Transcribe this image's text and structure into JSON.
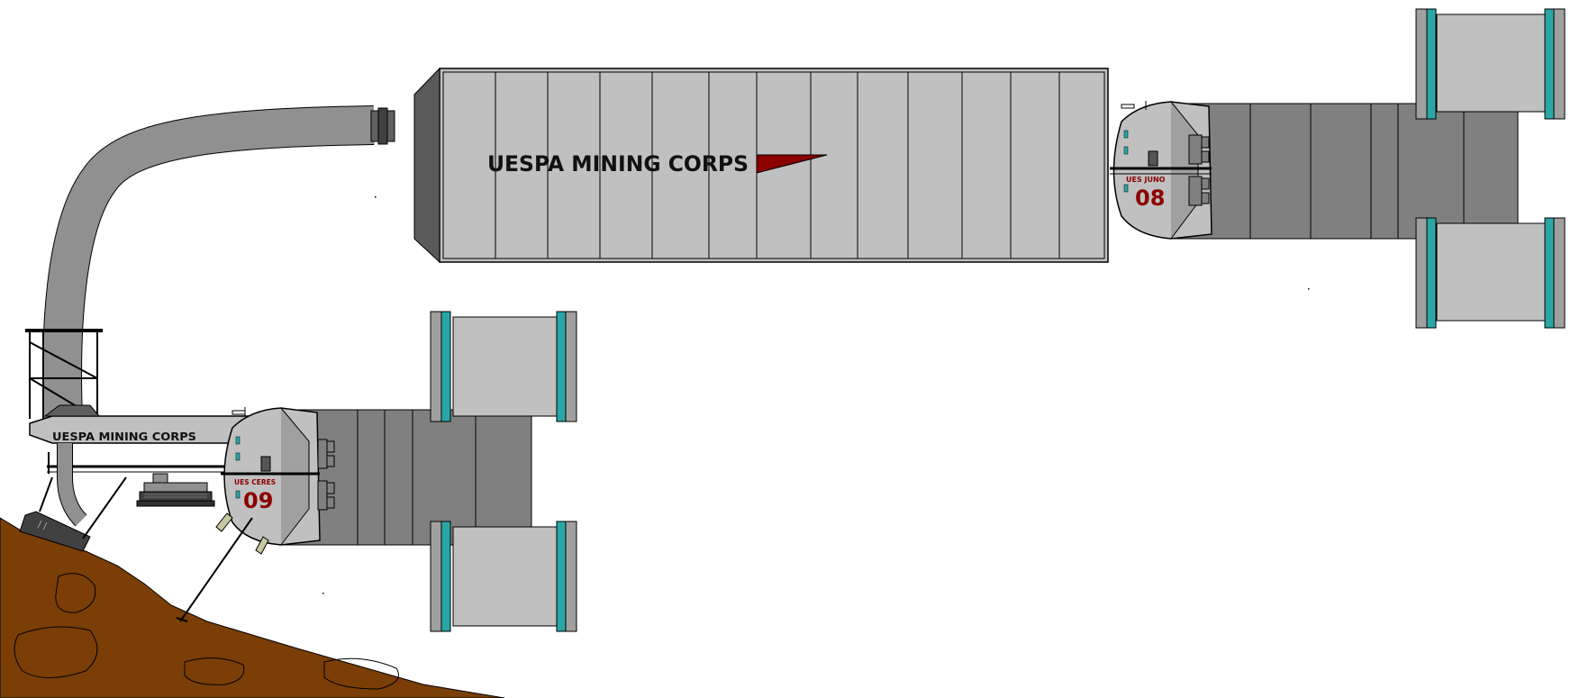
{
  "banner_large": "UESPA MINING CORPS",
  "banner_small": "UESPA MINING CORPS",
  "ship_upper": {
    "name": "UES JUNO",
    "number": "08"
  },
  "ship_lower": {
    "name": "UES CERES",
    "number": "09"
  },
  "colors": {
    "hull_light": "#c0c0c0",
    "hull_mid": "#a0a0a0",
    "hull_dark": "#808080",
    "hull_darker": "#5a5a5a",
    "accent_red": "#8b0000",
    "nacelle_glow": "#2aa6a6",
    "asteroid": "#7a3e06",
    "outline": "#000000"
  }
}
